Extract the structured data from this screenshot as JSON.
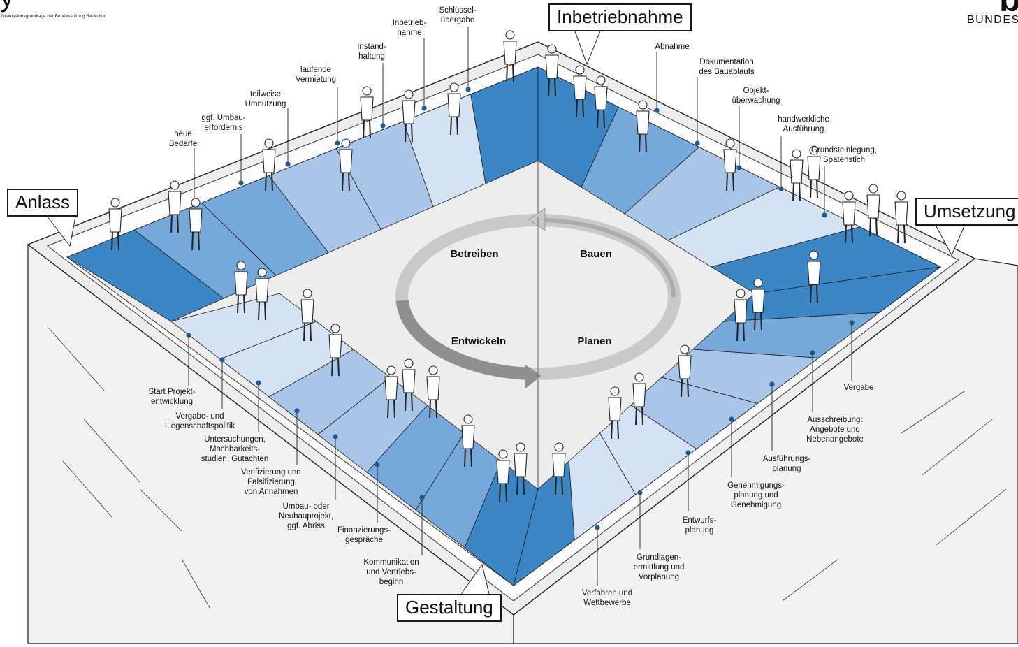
{
  "header": {
    "title_fragment": "y",
    "subtitle": "Diskussionsgrundlage der Bundesstiftung Baukultur"
  },
  "brand": {
    "word": "BUNDESSTIF",
    "logo": "b"
  },
  "corners": {
    "anlass": "Anlass",
    "inbetriebnahme": "Inbetriebnahme",
    "umsetzung": "Umsetzung",
    "gestaltung": "Gestaltung"
  },
  "cycle": {
    "betreiben": "Betreiben",
    "bauen": "Bauen",
    "entwickeln": "Entwickeln",
    "planen": "Planen"
  },
  "phases": {
    "betreiben": [
      "neue\nBedarfe",
      "ggf. Umbau-\nerfordernis",
      "teilweise\nUmnutzung",
      "laufende\nVermietung",
      "Instand-\nhaltung",
      "Inbetrieb-\nnahme",
      "Schlüssel-\nübergabe"
    ],
    "bauen": [
      "Abnahme",
      "Dokumentation\ndes Bauablaufs",
      "Objekt-\nüberwachung",
      "handwerkliche\nAusführung",
      "Grundsteinlegung,\nSpatenstich"
    ],
    "entwickeln": [
      "Start Projekt-\nentwicklung",
      "Vergabe- und\nLiegenschaftspolitik",
      "Untersuchungen,\nMachbarkeits-\nstudien, Gutachten",
      "Verifizierung und\nFalsifizierung\nvon Annahmen",
      "Umbau- oder\nNeubauprojekt,\nggf. Abriss",
      "Finanzierungs-\ngespräche",
      "Kommunikation\nund Vertriebs-\nbeginn"
    ],
    "planen": [
      "Verfahren und\nWettbewerbe",
      "Grundlagen-\nermittlung und\nVorplanung",
      "Entwurfs-\nplanung",
      "Genehmigungs-\nplanung und\nGenehmigung",
      "Ausführungs-\nplanung",
      "Ausschreibung:\nAngebote und\nNebenangebote",
      "Vergabe"
    ]
  },
  "colors": {
    "dark_blue": "#3d86c6",
    "mid_blue": "#76a8da",
    "light_blue": "#a9c6e8",
    "pale_blue": "#d4e2f3",
    "roof": "#ededed",
    "wall": "#f2f2f2",
    "leader_dot": "#1f5b8f",
    "arrow_light": "#c9c9c9",
    "arrow_dark": "#8f8f8f"
  }
}
